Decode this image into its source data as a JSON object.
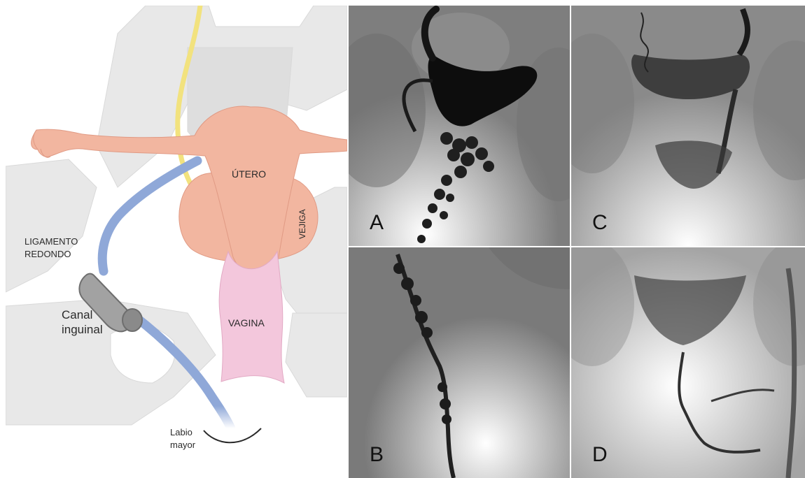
{
  "diagram": {
    "labels": {
      "utero": "ÚTERO",
      "vejiga": "VEJIGA",
      "vagina": "VAGINA",
      "ligamento_1": "LIGAMENTO",
      "ligamento_2": "REDONDO",
      "canal_1": "Canal",
      "canal_2": "inguinal",
      "labio_1": "Labio",
      "labio_2": "mayor"
    },
    "colors": {
      "uterus": "#f2b6a0",
      "vagina": "#f3c7dc",
      "ligament": "#8fa8d8",
      "ureter": "#f2e27e",
      "canal": "#9a9a9a",
      "bone": "#e6e6e6"
    }
  },
  "panels": [
    {
      "id": "A",
      "label": "A"
    },
    {
      "id": "B",
      "label": "B"
    },
    {
      "id": "C",
      "label": "C"
    },
    {
      "id": "D",
      "label": "D"
    }
  ]
}
